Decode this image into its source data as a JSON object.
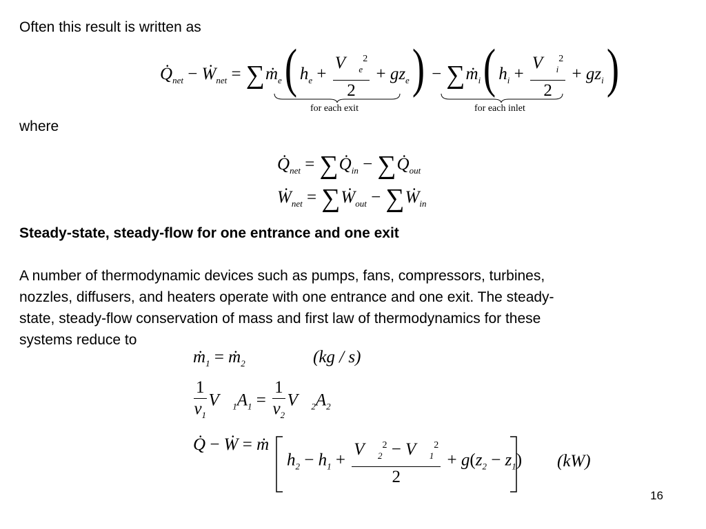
{
  "intro": "Often this result is written as",
  "where": "where",
  "under_exit": "for each exit",
  "under_inlet": "for each inlet",
  "heading": "Steady-state, steady-flow for one entrance and one exit",
  "paragraph": {
    "line1": "A number of thermodynamic devices such as pumps, fans, compressors, turbines,",
    "line2": "nozzles, diffusers, and heaters operate with one entrance and one exit.  The steady-",
    "line3": "state, steady-flow conservation of mass and first law of thermodynamics for these",
    "line4": "systems reduce to"
  },
  "units": {
    "mass": "(kg / s)",
    "power": "(kW)"
  },
  "page_number": "16"
}
